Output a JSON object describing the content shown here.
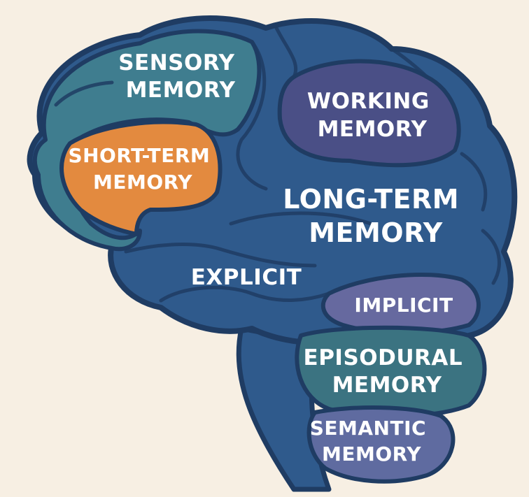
{
  "colors": {
    "background": "#f7efe3",
    "outline": "#1f3c63",
    "brain_blue": "#2f5a8c",
    "teal_region": "#3f7d8f",
    "orange_region": "#e38a3f",
    "purple_region": "#4a4f86",
    "implicit_region": "#66699f",
    "episodic_region": "#3b7381",
    "semantic_region": "#5f6ba0",
    "label_text": "#ffffff"
  },
  "regions": {
    "sensory_memory": {
      "line1": "SENSORY",
      "line2": "MEMORY"
    },
    "short_term_memory": {
      "line1": "SHORT-TERM",
      "line2": "MEMORY"
    },
    "working_memory": {
      "line1": "WORKING",
      "line2": "MEMORY"
    },
    "long_term_memory": {
      "line1": "LONG-TERM",
      "line2": "MEMORY"
    },
    "explicit": {
      "line1": "EXPLICIT"
    },
    "implicit": {
      "line1": "IMPLICIT"
    },
    "episodural_memory": {
      "line1": "EPISODURAL",
      "line2": "MEMORY"
    },
    "semantic_memory": {
      "line1": "SEMANTIC",
      "line2": "MEMORY"
    }
  }
}
